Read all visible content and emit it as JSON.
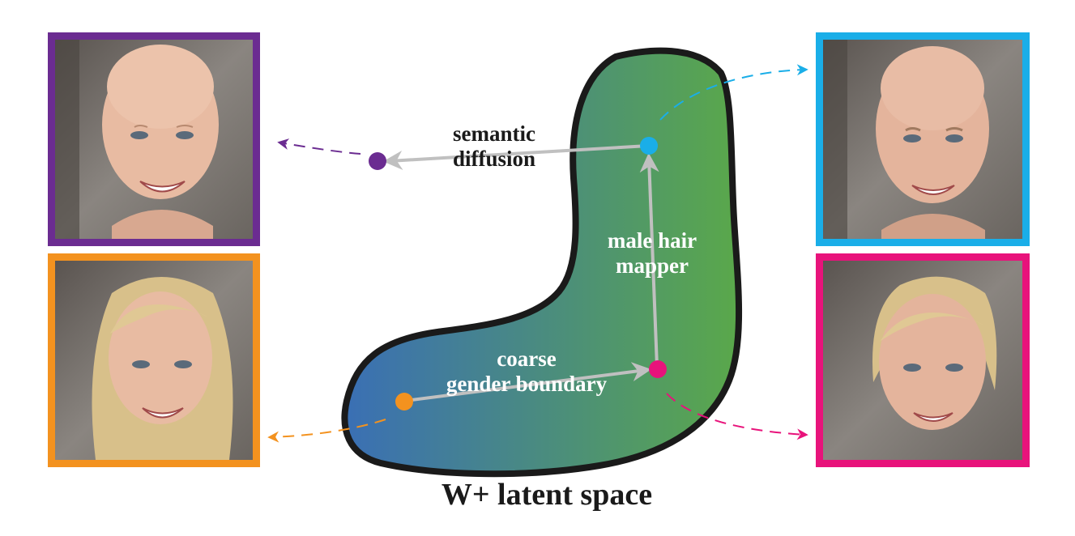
{
  "labels": {
    "semantic_diffusion": [
      "semantic",
      "diffusion"
    ],
    "male_hair_mapper": [
      "male hair",
      "mapper"
    ],
    "coarse_gender_boundary": [
      "coarse",
      "gender boundary"
    ],
    "latent_space": "W+ latent space"
  },
  "colors": {
    "purple": "#6b2c91",
    "blue": "#1aaee8",
    "orange": "#f3921f",
    "pink": "#e8137b",
    "gradient_start": "#3a6fb5",
    "gradient_end": "#5aa84a",
    "arrow_gray": "#c0c0c0",
    "outline": "#1a1a1a"
  },
  "portraits": [
    {
      "id": "top-left",
      "subject": "bald woman smiling",
      "hair": "none",
      "frame_color": "purple"
    },
    {
      "id": "bottom-left",
      "subject": "blonde woman smiling",
      "hair": "long blonde",
      "frame_color": "orange"
    },
    {
      "id": "top-right",
      "subject": "bald man smiling",
      "hair": "none",
      "frame_color": "blue"
    },
    {
      "id": "bottom-right",
      "subject": "blonde man smiling",
      "hair": "short blonde",
      "frame_color": "pink"
    }
  ]
}
